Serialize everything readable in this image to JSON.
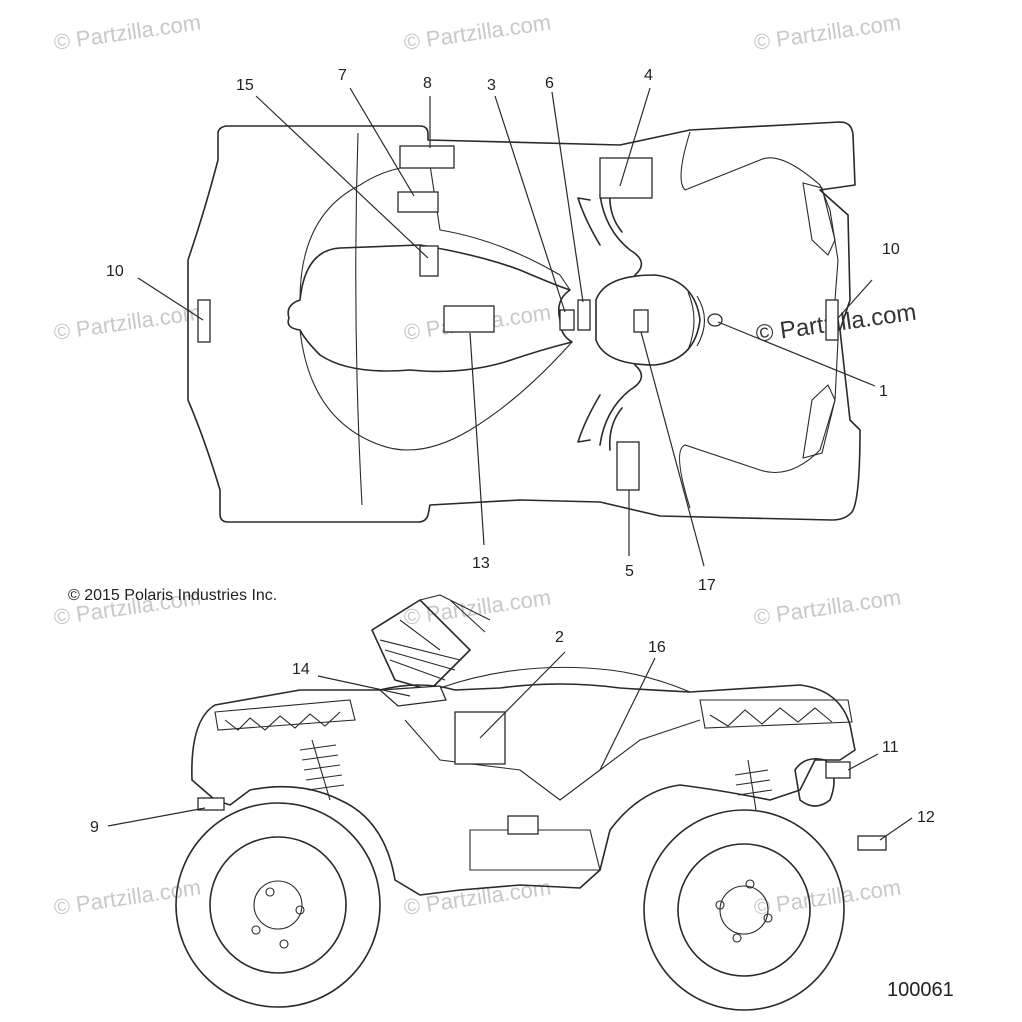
{
  "watermarks": {
    "text": "© Partzilla.com",
    "highlighted_text": "© Partzilla.com"
  },
  "copyright_text": "© 2015 Polaris Industries Inc.",
  "figure_number": "100061",
  "callouts": {
    "c1": "1",
    "c2": "2",
    "c3": "3",
    "c4": "4",
    "c5": "5",
    "c6": "6",
    "c7": "7",
    "c8": "8",
    "c9": "9",
    "c10a": "10",
    "c10b": "10",
    "c11": "11",
    "c12": "12",
    "c13": "13",
    "c14": "14",
    "c15": "15",
    "c16": "16",
    "c17": "17"
  }
}
